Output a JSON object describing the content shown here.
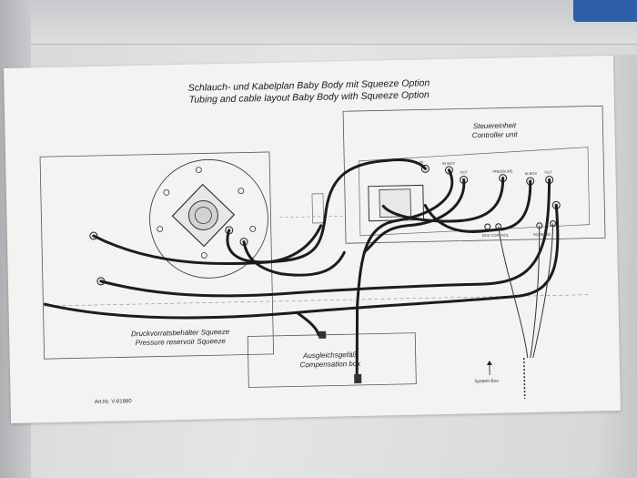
{
  "sheet": {
    "title_de": "Schlauch- und Kabelplan Baby Body mit Squeeze Option",
    "title_en": "Tubing and cable layout  Baby Body with Squeeze Option",
    "art_nr": "Art.Nr. V-81880"
  },
  "controller": {
    "label_de": "Steuereinheit",
    "label_en": "Controller unit",
    "ports": [
      "IN",
      "IN BOX",
      "OUT",
      "PRESSURE",
      "IN BOX",
      "OUT"
    ],
    "bottom_labels": [
      "BOX CONTROL",
      "SQUEEZE"
    ],
    "system_box_label": "System Box"
  },
  "reservoir": {
    "label_de": "Druckvorratsbehälter Squeeze",
    "label_en": "Pressure reservoir Squeeze"
  },
  "compensation": {
    "label_de": "Ausgleichsgefäß",
    "label_en": "Compensation box"
  },
  "colors": {
    "sheet": "#f3f3f1",
    "cabinet": "#dfe0e1",
    "cable": "#1c1c1c",
    "accent": "#2f5ea8"
  }
}
